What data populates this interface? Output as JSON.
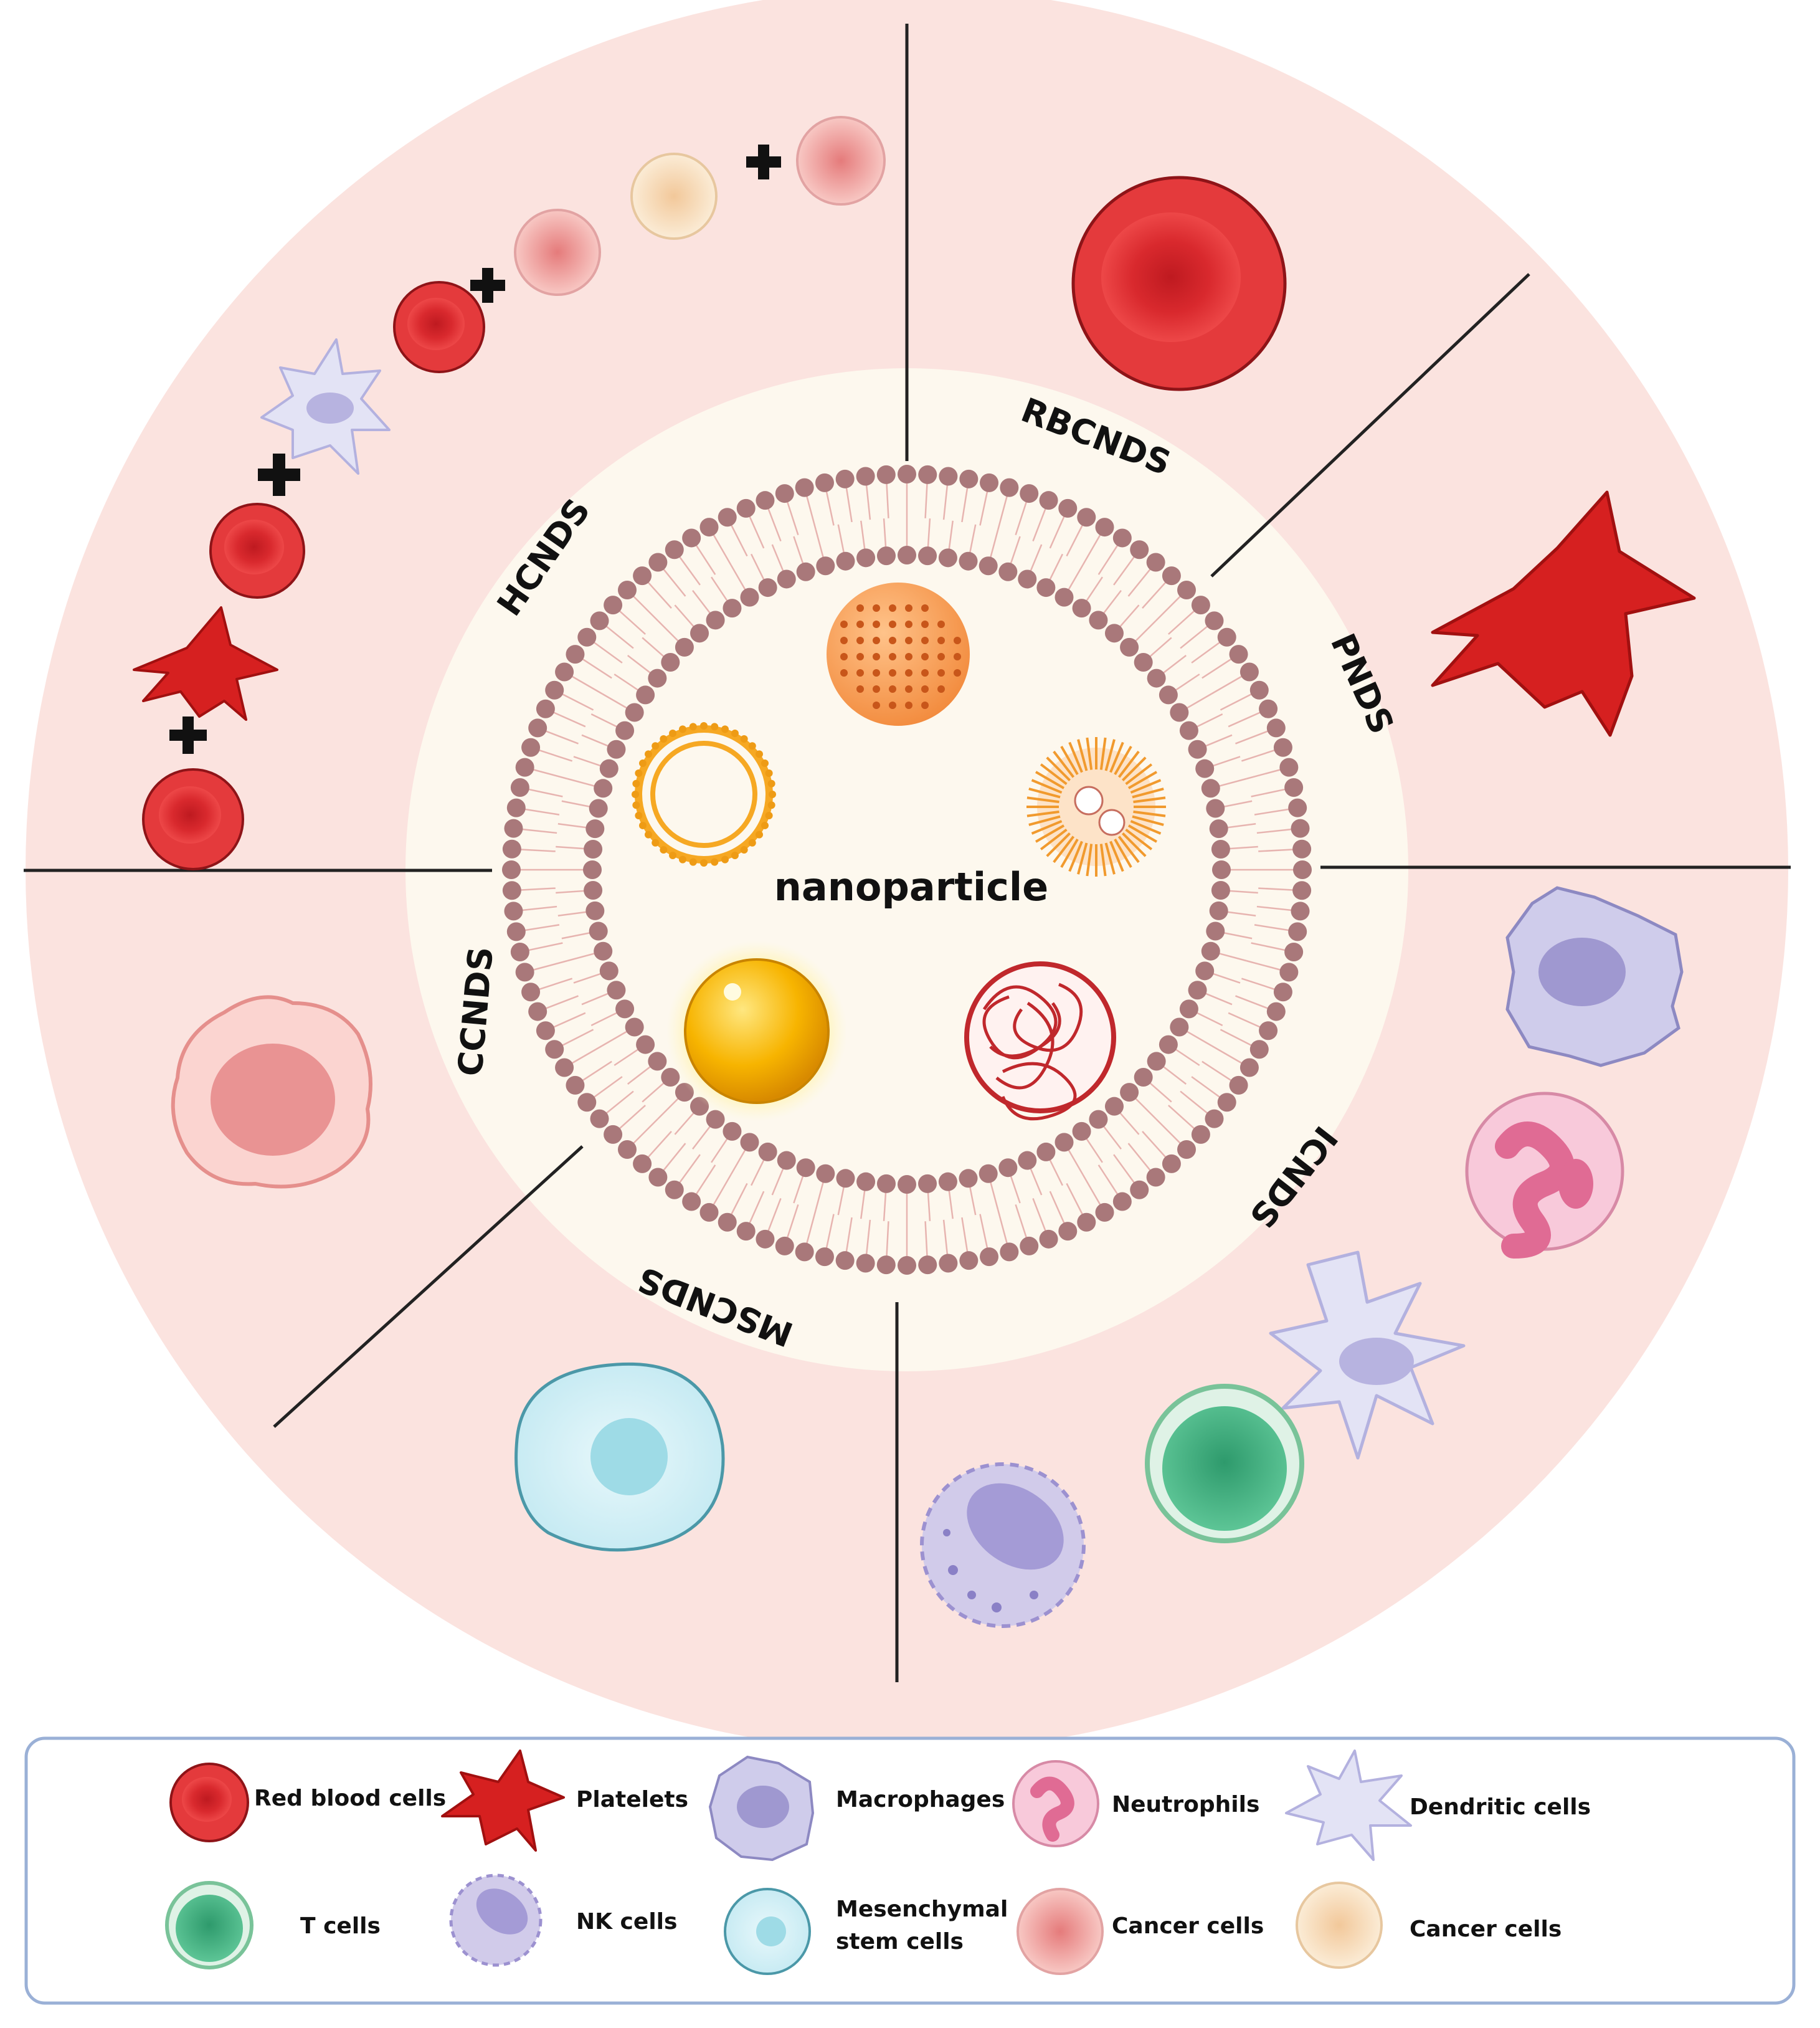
{
  "center": {
    "label": "nanoparticle"
  },
  "sectors": [
    {
      "id": "rbcnds",
      "label": "RBCNDS"
    },
    {
      "id": "pnds",
      "label": "PNDS"
    },
    {
      "id": "icnds",
      "label": "ICNDS"
    },
    {
      "id": "mscnds",
      "label": "MSCNDS"
    },
    {
      "id": "ccnds",
      "label": "CCNDS"
    },
    {
      "id": "hcnds",
      "label": "HCNDS"
    }
  ],
  "legend": {
    "items": [
      {
        "label": "Red blood cells"
      },
      {
        "label": "Platelets"
      },
      {
        "label": "Macrophages"
      },
      {
        "label": "Neutrophils"
      },
      {
        "label": "Dendritic cells"
      },
      {
        "label": "T cells"
      },
      {
        "label": "NK cells"
      },
      {
        "label": "Mesenchymal",
        "label2": "stem cells"
      },
      {
        "label": "Cancer cells"
      },
      {
        "label": "Cancer cells"
      }
    ]
  },
  "colors": {
    "outer_ring": "#fbe3df",
    "inner_disc": "#fdf8ee",
    "membrane": "#a9787a",
    "red_blood_cell": "#e2393c",
    "platelet": "#d6201f",
    "macrophage": "#c7c4e6",
    "neutrophil": "#f7c4d6",
    "dendritic": "#dcdcf2",
    "t_cell": "#3db07f",
    "nk_cell": "#bfb5e0",
    "msc": "#d5f0f6",
    "cancer_pink": "#f2a5a5",
    "cancer_beige": "#f6dcb8",
    "legend_border": "#9ab0d6"
  }
}
